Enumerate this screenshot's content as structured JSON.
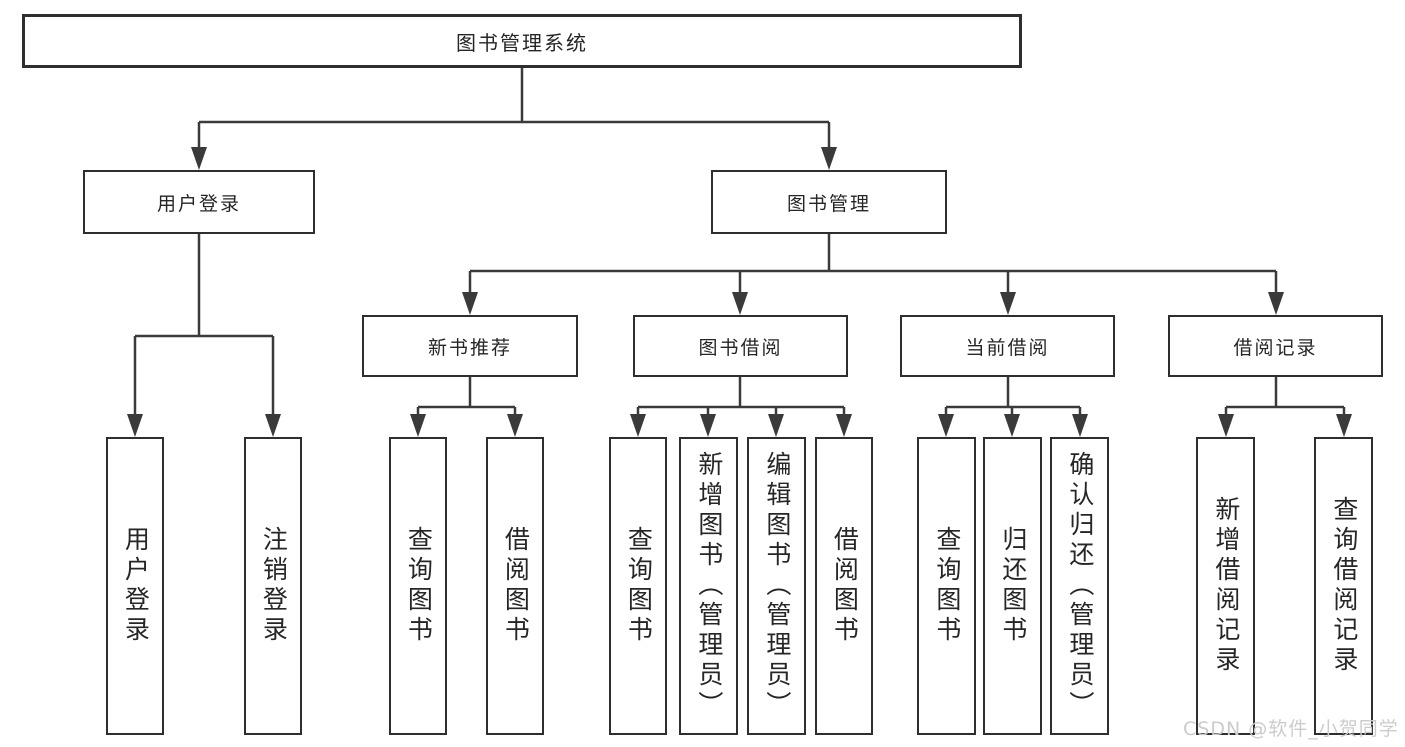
{
  "diagram": {
    "title": "图书管理系统",
    "branches": [
      {
        "label": "用户登录",
        "children": [
          "用户登录",
          "注销登录"
        ]
      },
      {
        "label": "图书管理",
        "sections": [
          {
            "label": "新书推荐",
            "children": [
              "查询图书",
              "借阅图书"
            ]
          },
          {
            "label": "图书借阅",
            "children": [
              "查询图书",
              "新增图书（管理员）",
              "编辑图书（管理员）",
              "借阅图书"
            ]
          },
          {
            "label": "当前借阅",
            "children": [
              "查询图书",
              "归还图书",
              "确认归还（管理员）"
            ]
          },
          {
            "label": "借阅记录",
            "children": [
              "新增借阅记录",
              "查询借阅记录"
            ]
          }
        ]
      }
    ]
  },
  "watermark": {
    "text": "CSDN @软件_小贺同学"
  },
  "colors": {
    "line": "#3a3a3a",
    "box_border": "#2e2e2e",
    "box_fill": "#ffffff",
    "text": "#262626",
    "watermark": "#cccccc",
    "background": "#ffffff"
  }
}
